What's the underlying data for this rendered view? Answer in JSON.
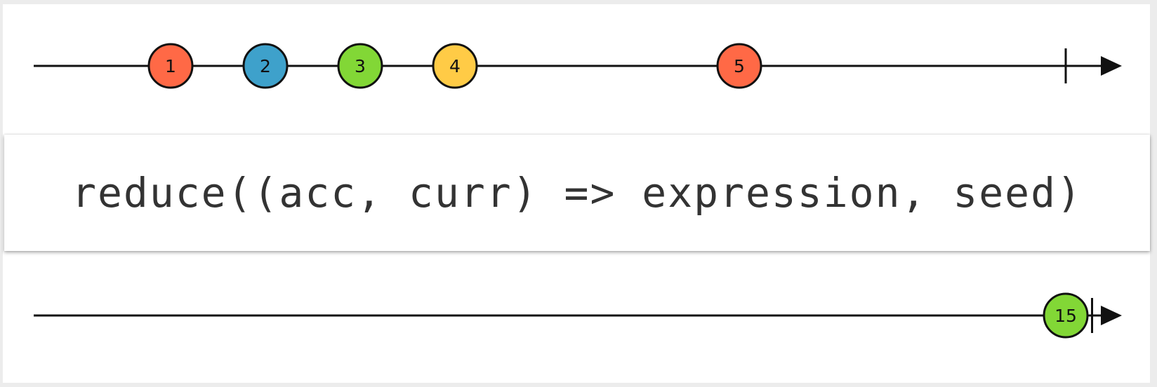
{
  "diagram": {
    "operator": "reduce((acc, curr) => expression, seed)",
    "input": {
      "marbles": [
        {
          "label": "1",
          "t": 0.13,
          "color": "#ff6946"
        },
        {
          "label": "2",
          "t": 0.22,
          "color": "#3ea1cb"
        },
        {
          "label": "3",
          "t": 0.31,
          "color": "#82d736"
        },
        {
          "label": "4",
          "t": 0.4,
          "color": "#ffcb46"
        },
        {
          "label": "5",
          "t": 0.67,
          "color": "#ff6946"
        }
      ],
      "complete_t": 0.98
    },
    "output": {
      "marbles": [
        {
          "label": "15",
          "t": 0.98,
          "color": "#82d736"
        }
      ],
      "complete_t": 1.005
    }
  }
}
